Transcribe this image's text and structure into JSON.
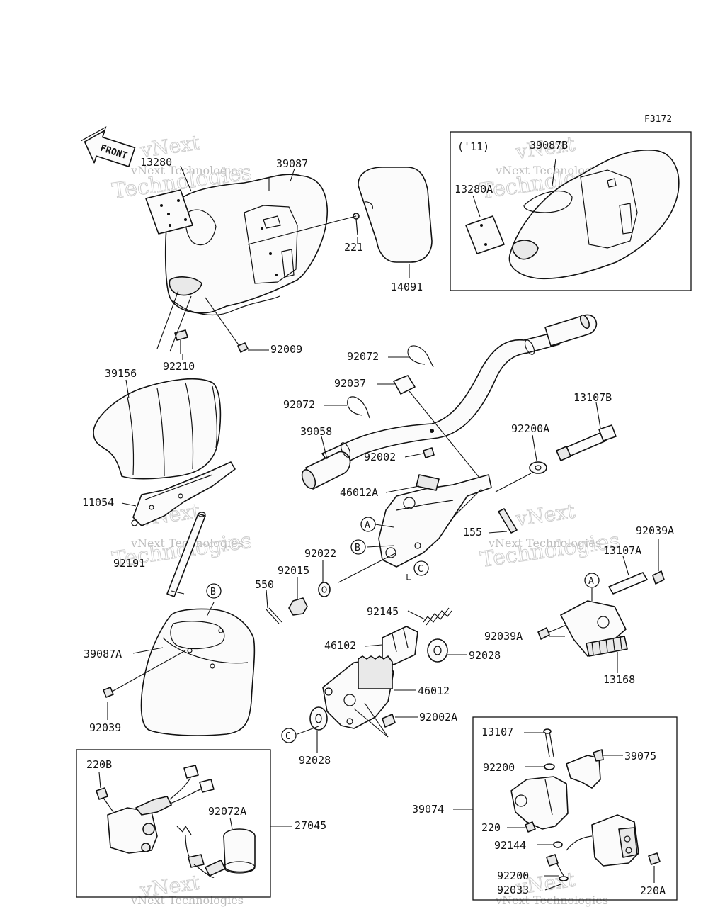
{
  "figure_code": "F3172",
  "front_arrow": "FRONT",
  "year_note": "('11)",
  "watermark": [
    "vNext",
    "vNext Technologies",
    "Technologies"
  ],
  "callouts": {
    "A": "A",
    "B": "B",
    "C": "C"
  },
  "parts": {
    "p13280": "13280",
    "p39087": "39087",
    "p221": "221",
    "p14091": "14091",
    "p92009": "92009",
    "p92210": "92210",
    "p39087B": "39087B",
    "p13280A": "13280A",
    "p39156": "39156",
    "p11054": "11054",
    "p92191": "92191",
    "p92072a": "92072",
    "p92037": "92037",
    "p92072b": "92072",
    "p39058": "39058",
    "p92002": "92002",
    "p46012A": "46012A",
    "p13107B": "13107B",
    "p92200A": "92200A",
    "p155": "155",
    "p92039A_top": "92039A",
    "p13107A": "13107A",
    "p92022": "92022",
    "p92015": "92015",
    "p550": "550",
    "p92145": "92145",
    "p46102": "46102",
    "p92028a": "92028",
    "p46012": "46012",
    "p92002A": "92002A",
    "p92028b": "92028",
    "p92039A": "92039A",
    "p13168": "13168",
    "p39087A": "39087A",
    "p92039": "92039",
    "p220B": "220B",
    "p92072A": "92072A",
    "p27045": "27045",
    "p13107": "13107",
    "p39075": "39075",
    "p92200a": "92200",
    "p39074": "39074",
    "p220": "220",
    "p92144": "92144",
    "p92200b": "92200",
    "p92033": "92033",
    "p220A": "220A"
  }
}
